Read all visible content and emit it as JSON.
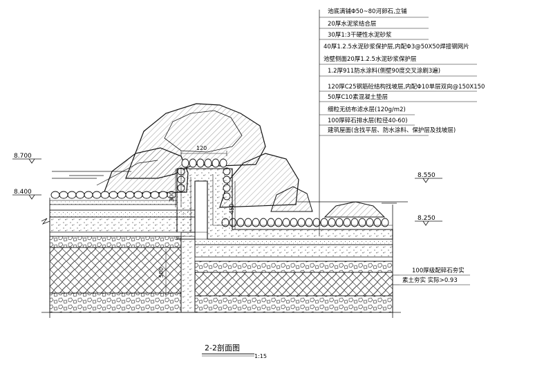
{
  "drawing": {
    "title": "2-2剖面图",
    "scale": "1:15"
  },
  "layer_callouts": [
    "池底满铺Φ50~80河卵石,立铺",
    "20厚水泥浆结合层",
    "30厚1:3干硬性水泥砂浆",
    "40厚1.2.5水泥砂浆保护层,内配Φ3@50X50焊接钢网片",
    "池壁侧面20厚1.2.5水泥砂浆保护层",
    "1.2厚911防水涂料(侧壁90度交叉涂刷3遍)",
    "120厚C25钢筋砼结构找坡层,内配Φ10单层双向@150X150",
    "50厚C10素混凝土垫层",
    "细粒无纺布滤水层(120g/m2)",
    "100厚碎石排水层(粒径40-60)",
    "建筑屋面(含找平层、防水涂料、保护层及找坡层)"
  ],
  "lower_callouts": [
    "100厚级配碎石夯实",
    "素土夯实 实际>0.93"
  ],
  "elevations": {
    "left_upper": "8.700",
    "left_lower": "8.400",
    "right_upper": "8.550",
    "right_lower": "8.250"
  },
  "dimensions": {
    "wall_width": "120",
    "curb_height": "300",
    "wall_depth": "450",
    "left_height": "500"
  }
}
